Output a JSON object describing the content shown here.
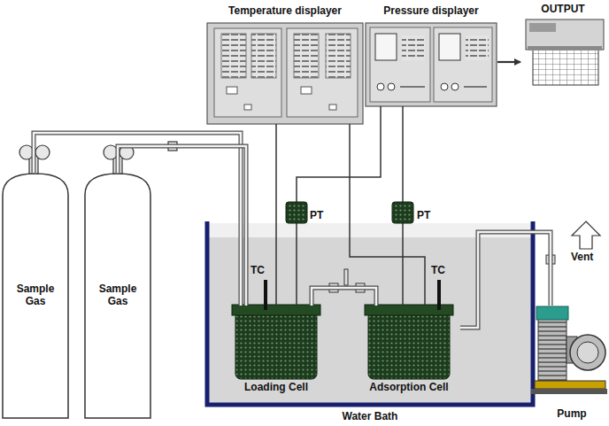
{
  "diagram": {
    "nodes": [
      {
        "text": [
          "Temperature displayer"
        ]
      },
      {
        "text": [
          "Pressure displayer"
        ]
      },
      {
        "text": [
          "OUTPUT"
        ]
      },
      {
        "text": [
          "Sample Gas"
        ]
      },
      {
        "text": [
          "Sample Gas"
        ]
      },
      {
        "text": [
          "Water Bath"
        ]
      },
      {
        "text": [
          "Loading Cell"
        ],
        "in": 5
      },
      {
        "text": [
          "Adsorption Cell"
        ],
        "in": 5
      },
      {
        "text": [
          "Pump"
        ]
      }
    ],
    "edges": [
      {
        "from": 3,
        "to": 6,
        "arrow": "none"
      },
      {
        "from": 4,
        "to": 6,
        "arrow": "none"
      },
      {
        "from": 6,
        "to": 7,
        "arrow": "none"
      },
      {
        "from": 0,
        "to": 6,
        "arrow": "none"
      },
      {
        "from": 0,
        "to": 7,
        "arrow": "none"
      },
      {
        "from": 1,
        "to": 6,
        "arrow": "none"
      },
      {
        "from": 1,
        "to": 7,
        "arrow": "none"
      },
      {
        "from": 1,
        "to": 2,
        "arrow": "to"
      },
      {
        "from": 7,
        "to": 8,
        "arrow": "none"
      }
    ],
    "labels": [
      "PT",
      "PT",
      "TC",
      "TC",
      "Vent"
    ]
  }
}
